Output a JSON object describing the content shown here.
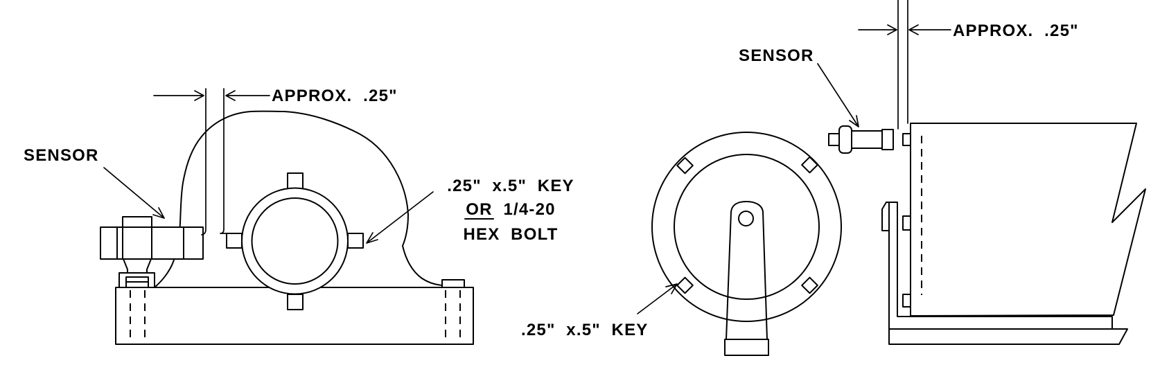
{
  "colors": {
    "ink": "#000000",
    "paper": "#ffffff"
  },
  "left_view": {
    "sensor_label": "SENSOR",
    "gap_label": "APPROX.  .25\"",
    "key_note_line1": ".25\"  x.5\"  KEY",
    "key_note_line2_or": "OR",
    "key_note_line2_rest": "  1/4-20",
    "key_note_line3": "HEX  BOLT"
  },
  "right_view": {
    "sensor_label": "SENSOR",
    "gap_label": "APPROX.  .25\"",
    "key_label": ".25\"  x.5\"  KEY"
  }
}
